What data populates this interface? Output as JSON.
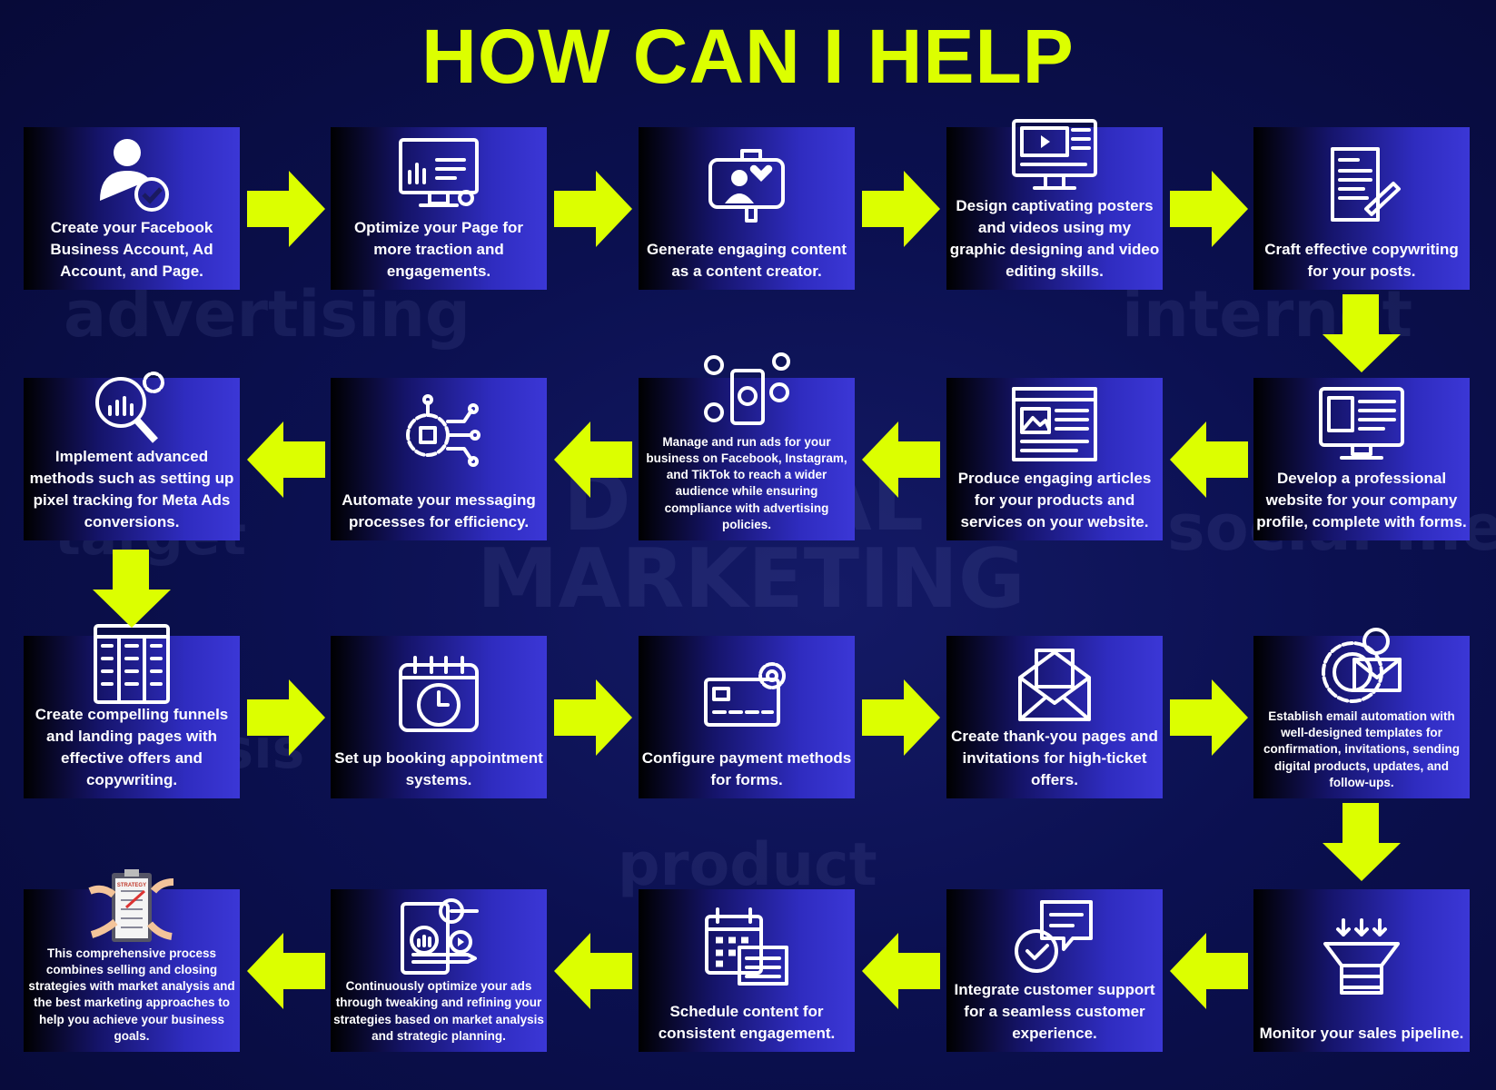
{
  "title": "HOW CAN I HELP",
  "background_words": [
    "advertising",
    "internet",
    "DIGITAL",
    "MARKETING",
    "social med",
    "target",
    "product",
    "analysis"
  ],
  "accent_color": "#dcff00",
  "steps": [
    {
      "text": "Create your Facebook Business Account, Ad Account, and Page.",
      "icon": "user-check-icon"
    },
    {
      "text": "Optimize your Page for more traction and engagements.",
      "icon": "monitor-wrench-icon"
    },
    {
      "text": "Generate engaging content as a content creator.",
      "icon": "phone-selfie-icon"
    },
    {
      "text": "Design captivating posters and videos using my graphic designing and video editing skills.",
      "icon": "video-editor-icon"
    },
    {
      "text": "Craft effective copywriting for your posts.",
      "icon": "document-pen-icon"
    },
    {
      "text": "Develop a professional website for your company profile, complete with forms.",
      "icon": "website-monitor-icon"
    },
    {
      "text": "Produce engaging articles for your products and services on your website.",
      "icon": "article-icon"
    },
    {
      "text": "Manage and run ads for your business on Facebook, Instagram, and TikTok to reach a wider audience while ensuring compliance with advertising policies.",
      "icon": "social-phone-icon"
    },
    {
      "text": "Automate your messaging processes for efficiency.",
      "icon": "automation-gear-icon"
    },
    {
      "text": "Implement advanced methods such as setting up pixel tracking for Meta Ads conversions.",
      "icon": "analytics-search-icon"
    },
    {
      "text": "Create compelling funnels and landing pages with effective offers and copywriting.",
      "icon": "landing-page-icon"
    },
    {
      "text": "Set up booking appointment systems.",
      "icon": "calendar-clock-icon"
    },
    {
      "text": "Configure payment methods for forms.",
      "icon": "credit-card-gear-icon"
    },
    {
      "text": "Create thank-you pages and invitations for high-ticket offers.",
      "icon": "invitation-envelope-icon"
    },
    {
      "text": "Establish email automation with well-designed templates for confirmation, invitations, sending digital products, updates, and follow-ups.",
      "icon": "email-automation-icon"
    },
    {
      "text": "Monitor your sales pipeline.",
      "icon": "funnel-icon"
    },
    {
      "text": "Integrate customer support for a seamless customer experience.",
      "icon": "chat-check-icon"
    },
    {
      "text": "Schedule content for consistent engagement.",
      "icon": "calendar-schedule-icon"
    },
    {
      "text": "Continuously optimize your ads through tweaking and refining your strategies based on market analysis and strategic planning.",
      "icon": "strategy-clipboard-icon"
    },
    {
      "text": "This comprehensive process combines selling and closing strategies with market analysis and the best marketing approaches to help you achieve your business goals.",
      "icon": "strategy-hands-icon",
      "illustration_label": "STRATEGY"
    }
  ]
}
